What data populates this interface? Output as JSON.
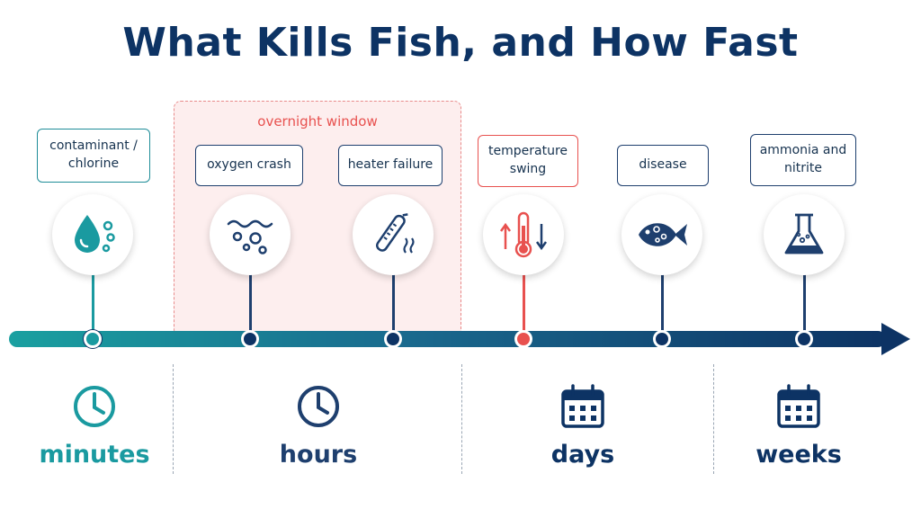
{
  "title": "What Kills Fish, and How Fast",
  "window_label": "overnight window",
  "events": [
    {
      "label": "contaminant / chlorine",
      "icon": "water-drop-icon"
    },
    {
      "label": "oxygen crash",
      "icon": "bubbles-icon"
    },
    {
      "label": "heater failure",
      "icon": "heater-icon"
    },
    {
      "label": "temperature swing",
      "icon": "thermometer-icon"
    },
    {
      "label": "disease",
      "icon": "fish-icon"
    },
    {
      "label": "ammonia and nitrite",
      "icon": "flask-icon"
    }
  ],
  "scales": [
    {
      "label": "minutes",
      "icon": "clock-icon"
    },
    {
      "label": "hours",
      "icon": "clock-icon"
    },
    {
      "label": "days",
      "icon": "calendar-icon"
    },
    {
      "label": "weeks",
      "icon": "calendar-icon"
    }
  ],
  "colors": {
    "teal": "#1a9aa0",
    "navy": "#0d3364",
    "red": "#e8514f",
    "window_fill": "#fdeeee"
  }
}
